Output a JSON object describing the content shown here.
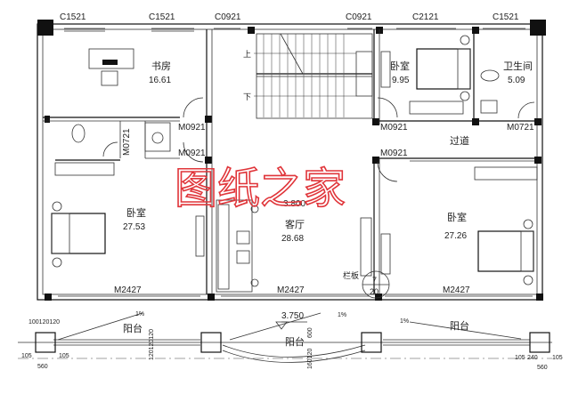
{
  "plan": {
    "windows": [
      "C1521",
      "C1521",
      "C0921",
      "C0921",
      "C2121",
      "C1521"
    ],
    "doors": {
      "study_door": "M0921",
      "bath_left_door": "M0721",
      "bath_left_hall_door": "M0921",
      "left_bedroom_door": "M0921",
      "right_small_bedroom_door": "M0921",
      "right_bath_door": "M0721",
      "right_bedroom_door": "M0921",
      "sliding_left": "M2427",
      "sliding_center": "M2427",
      "sliding_right": "M2427"
    },
    "rooms": {
      "study": {
        "name": "书房",
        "area": "16.61"
      },
      "bedroom_small": {
        "name": "卧室",
        "area": "9.95"
      },
      "bathroom_right": {
        "name": "卫生间",
        "area": "5.09"
      },
      "corridor": {
        "name": "过道"
      },
      "bedroom_left": {
        "name": "卧室",
        "area": "27.53"
      },
      "living": {
        "name": "客厅",
        "area": "28.68",
        "elevation": "3.800"
      },
      "bedroom_right": {
        "name": "卧室",
        "area": "27.26"
      },
      "balcony_left": {
        "name": "阳台"
      },
      "balcony_center": {
        "name": "阳台",
        "elevation": "3.750"
      },
      "balcony_right": {
        "name": "阳台"
      }
    },
    "stair": {
      "up": "上",
      "down": "下"
    },
    "railing": {
      "label": "栏板",
      "detail_top": "7",
      "detail_bottom": "20"
    },
    "dims": {
      "left_top": "100120120",
      "left_105a": "105",
      "left_105b": "105",
      "left_560": "560",
      "left_vert": "120120120",
      "center_600": "600",
      "center_vert": "160120",
      "right_105a": "105",
      "right_240": "240",
      "right_105b": "105",
      "right_560": "560",
      "slope_left": "1%",
      "slope_center": "1%",
      "slope_right": "1%"
    },
    "watermark": "图纸之家"
  }
}
